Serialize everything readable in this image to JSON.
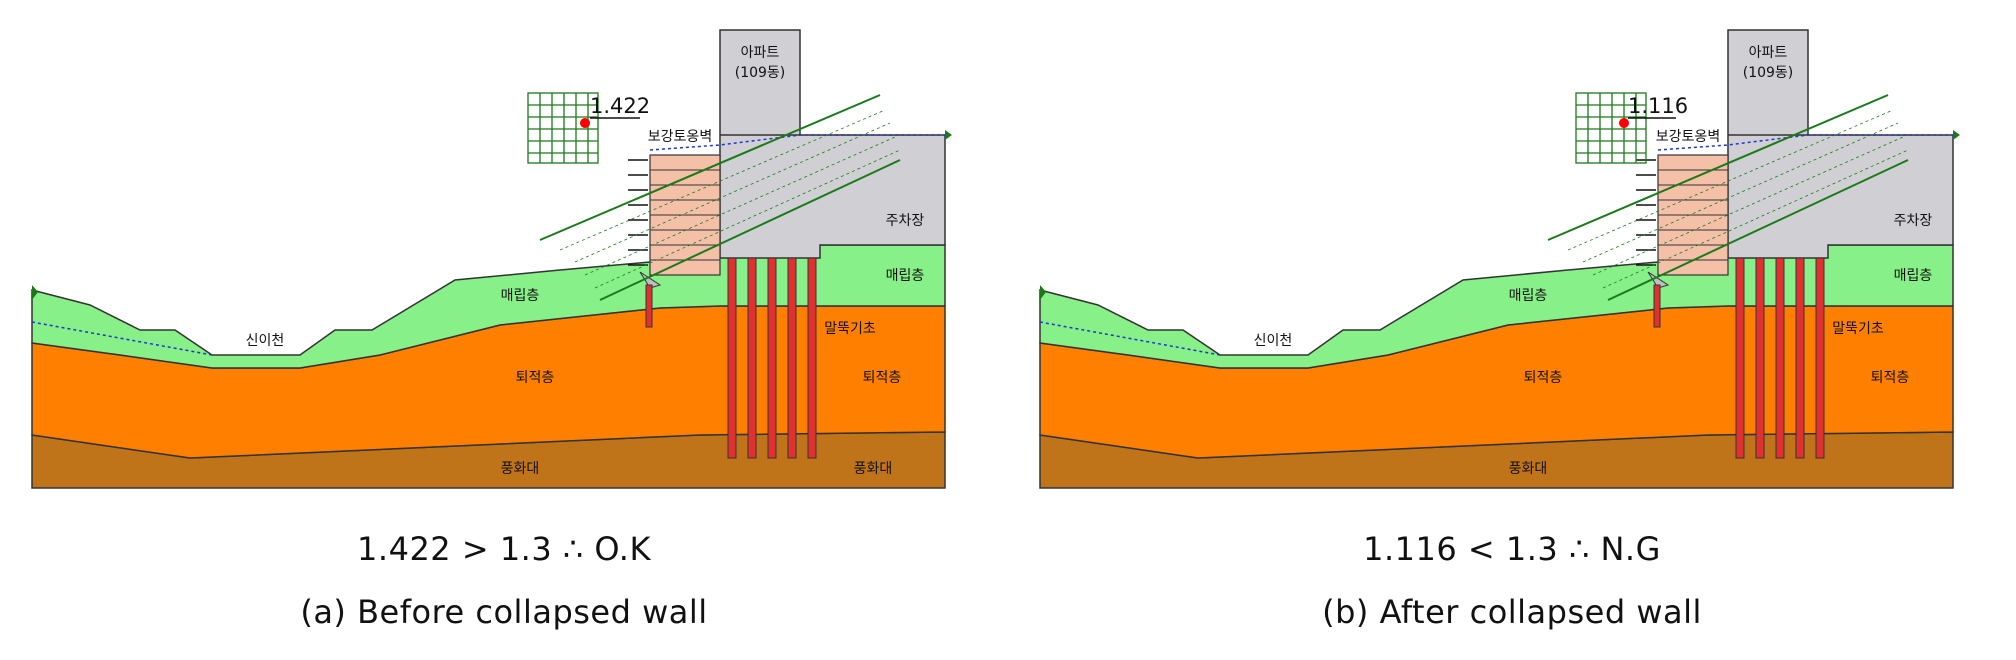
{
  "panels": [
    {
      "id": "a",
      "factor_of_safety": "1.422",
      "result": "1.422 > 1.3 ∴ O.K",
      "caption": "(a) Before collapsed wall"
    },
    {
      "id": "b",
      "factor_of_safety": "1.116",
      "result": "1.116 < 1.3 ∴ N.G",
      "caption": "(b) After collapsed wall"
    }
  ],
  "labels": {
    "apartment": "아파트",
    "apartment_bldg": "(109동)",
    "reinforced_wall": "보강토옹벽",
    "parking": "주차장",
    "fill_layer": "매립층",
    "stream": "신이천",
    "pile_foundation": "말뚝기초",
    "sediment_layer": "퇴적층",
    "weathered_zone": "풍화대"
  },
  "colors": {
    "fill_layer": "#88f088",
    "sediment_layer": "#ff8000",
    "weathered_zone": "#c0741a",
    "structure": "#d0d0d4",
    "pile": "#e03030",
    "slip_grid": "#1a7a1a",
    "critical_center": "#ff0000"
  }
}
